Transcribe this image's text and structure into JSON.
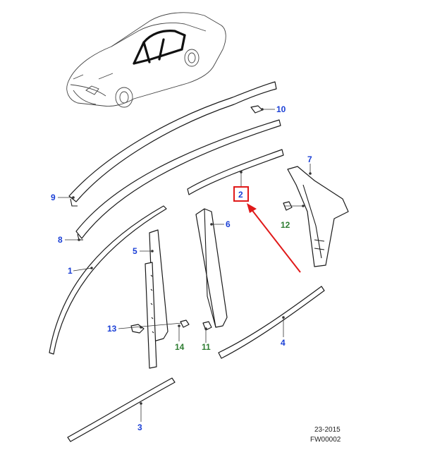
{
  "callouts": {
    "c1": "1",
    "c2": "2",
    "c3": "3",
    "c4": "4",
    "c5": "5",
    "c6": "6",
    "c7": "7",
    "c8": "8",
    "c9": "9",
    "c10": "10",
    "c11": "11",
    "c12": "12",
    "c13": "13",
    "c14": "14"
  },
  "footer": {
    "date_code": "23-2015",
    "figure_code": "FW00002"
  },
  "colors": {
    "callout_blue": "#1a3fd6",
    "callout_green": "#2e7d32",
    "highlight_red": "#e01919"
  }
}
